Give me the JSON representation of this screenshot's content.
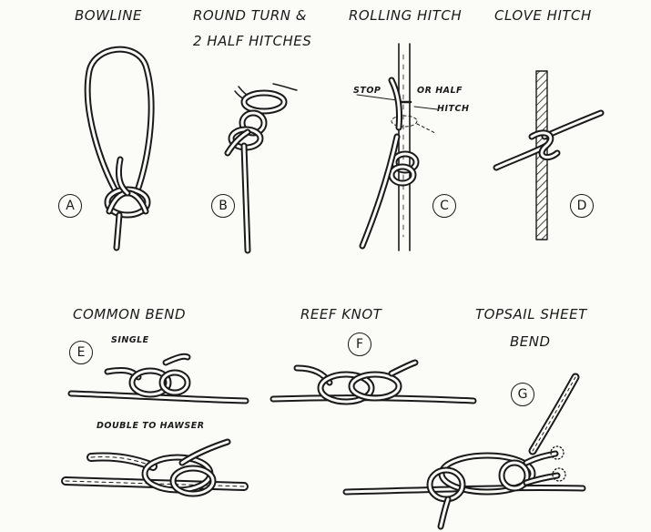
{
  "knots": {
    "bowline": {
      "title": "BOWLINE",
      "letter": "A"
    },
    "round_turn": {
      "title_line1": "ROUND TURN &",
      "title_line2": "2 HALF HITCHES",
      "letter": "B"
    },
    "rolling_hitch": {
      "title": "ROLLING HITCH",
      "letter": "C",
      "note_stop": "STOP",
      "note_half_line1": "OR HALF",
      "note_half_line2": "HITCH"
    },
    "clove_hitch": {
      "title": "CLOVE HITCH",
      "letter": "D"
    },
    "common_bend": {
      "title": "COMMON BEND",
      "letter": "E",
      "note_single": "SINGLE",
      "note_double": "DOUBLE TO HAWSER"
    },
    "reef_knot": {
      "title": "REEF KNOT",
      "letter": "F"
    },
    "topsail_sheet_bend": {
      "title_line1": "TOPSAIL SHEET",
      "title_line2": "BEND",
      "letter": "G"
    }
  },
  "colors": {
    "ink": "#1a1a1a",
    "paper": "#fbfbf8"
  }
}
